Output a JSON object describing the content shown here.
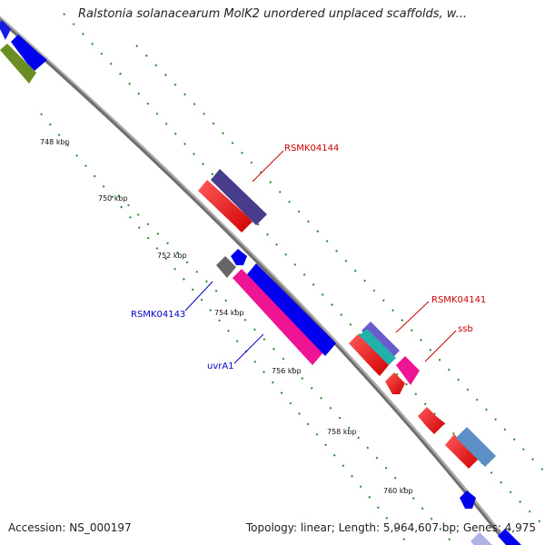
{
  "title": "Ralstonia solanacearum MolK2 unordered unplaced scaffolds, w...",
  "footer": {
    "accession": "Accession: NS_000197",
    "summary": "Topology: linear; Length: 5,964,607 bp; Genes: 4,975"
  },
  "ticks": [
    "748 kbp",
    "750 kbp",
    "752 kbp",
    "754 kbp",
    "756 kbp",
    "758 kbp",
    "760 kbp"
  ],
  "gene_labels": [
    {
      "name": "RSMK04144",
      "color": "#cc0000"
    },
    {
      "name": "RSMK04143",
      "color": "#0000cc"
    },
    {
      "name": "uvrA1",
      "color": "#0000cc"
    },
    {
      "name": "RSMK04141",
      "color": "#cc0000"
    },
    {
      "name": "ssb",
      "color": "#cc0000"
    }
  ],
  "colors": {
    "backbone": "#8a8a8a",
    "tick_marks": "#228b22",
    "forward_gene": "#0000ee",
    "reverse_gene": "#ff0000",
    "rrna_like": "#ee1493"
  }
}
